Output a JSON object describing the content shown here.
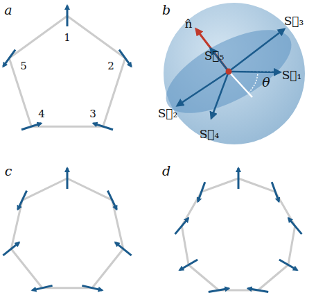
{
  "diagram": {
    "labels": [
      "a",
      "1",
      "2",
      "3",
      "4",
      "5",
      "b",
      "n̂",
      "S⃗₁",
      "S⃗₂",
      "S⃗₃",
      "S⃗₄",
      "S⃗₅",
      "θ",
      "c",
      "d"
    ]
  }
}
